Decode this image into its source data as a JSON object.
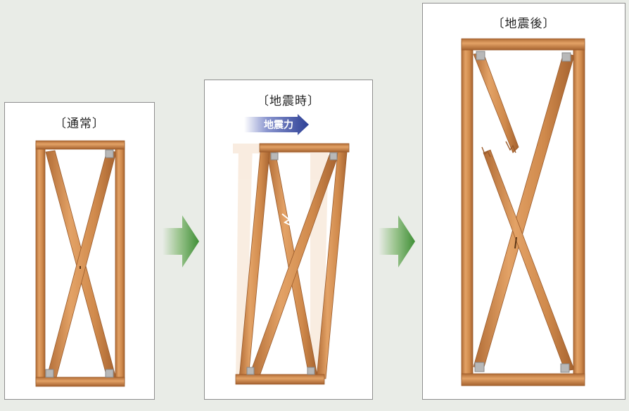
{
  "panels": {
    "normal": {
      "title": "〔通常〕"
    },
    "during": {
      "title": "〔地震時〕",
      "force_label": "地震力"
    },
    "after": {
      "title": "〔地震後〕"
    }
  },
  "colors": {
    "wood": "#d99457",
    "wood_dark": "#b5703a",
    "wood_light": "#edb580",
    "metal": "#b8b8b8",
    "arrow_green": "#3f8f36",
    "force_arrow": "#2c3f95"
  }
}
